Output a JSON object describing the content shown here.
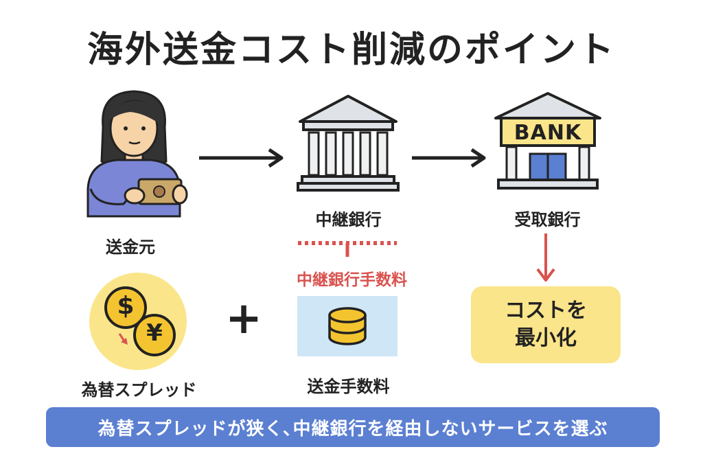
{
  "title": "海外送金コスト削減のポイント",
  "nodes": {
    "sender": "送金元",
    "intermediary": "中継銀行",
    "receiver": "受取銀行"
  },
  "bank_sign": "BANK",
  "intermediary_fee": "中継銀行手数料",
  "fx_spread": "為替スプレッド",
  "fx_symbols": {
    "dollar": "$",
    "yen": "¥"
  },
  "plus": "+",
  "remittance_fee": "送金手数料",
  "result": {
    "line1": "コストを",
    "line2": "最小化"
  },
  "banner": "為替スプレッドが狭く､中継銀行を経由しないサービスを選ぶ",
  "colors": {
    "yellow": "#fbe58a",
    "blue_banner": "#5b7fd1",
    "red": "#d9534f",
    "light_blue": "#cfe6f7",
    "person_sweater": "#7b86d6",
    "bank_gray": "#dfe2e6"
  },
  "icons": [
    "person-holding-phone-icon",
    "bank-columns-icon",
    "bank-building-icon",
    "dollar-coin-icon",
    "yen-coin-icon",
    "coin-stack-icon",
    "arrow-right-icon",
    "arrow-down-icon"
  ]
}
